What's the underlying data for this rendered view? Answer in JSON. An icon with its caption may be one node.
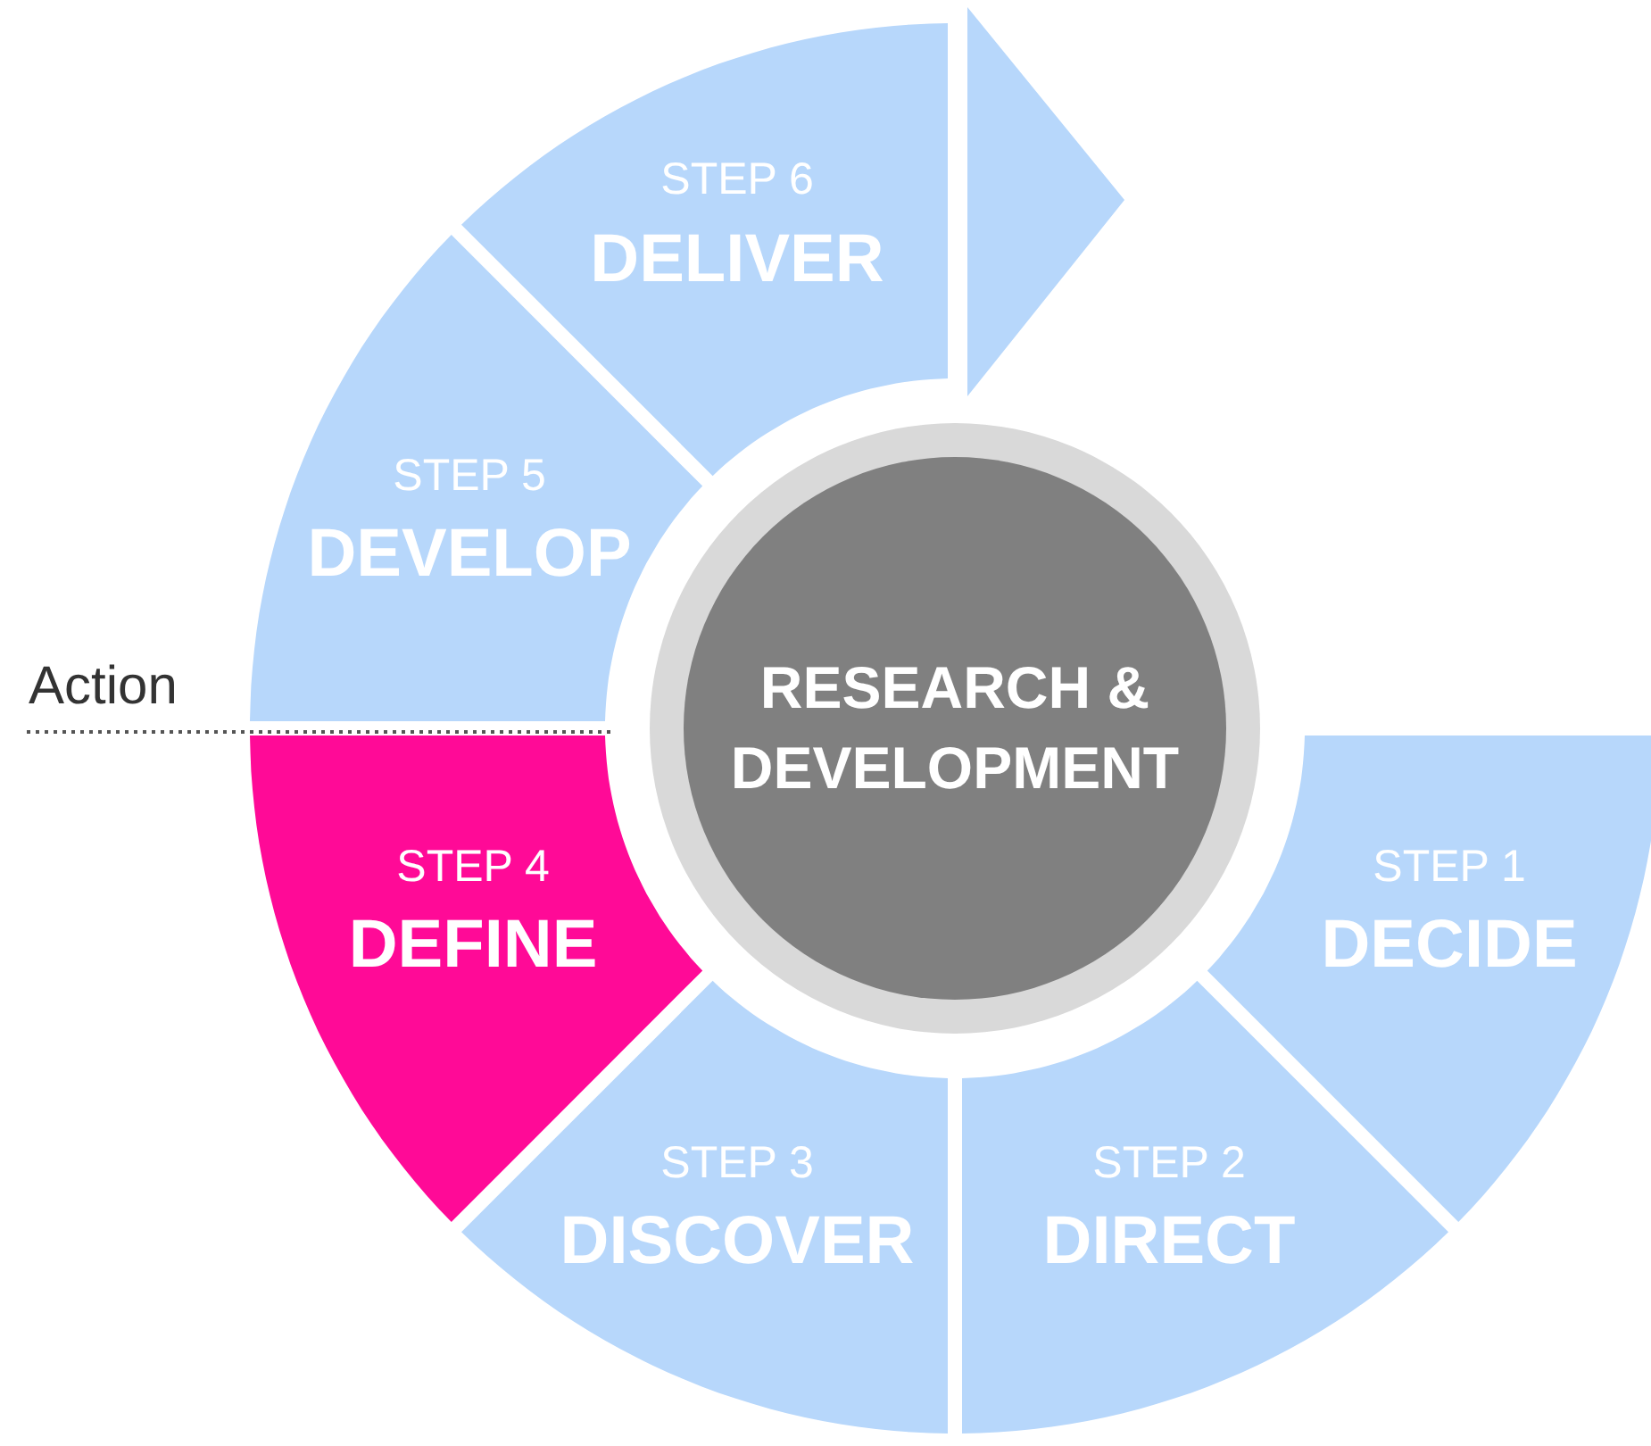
{
  "diagram": {
    "nodes": [
      {
        "text": [
          "RESEARCH & DEVELOPMENT"
        ]
      },
      {
        "text": [
          "STEP 1",
          "DECIDE"
        ]
      },
      {
        "text": [
          "STEP 2",
          "DIRECT"
        ]
      },
      {
        "text": [
          "STEP 3",
          "DISCOVER"
        ]
      },
      {
        "text": [
          "STEP 4",
          "DEFINE"
        ]
      },
      {
        "text": [
          "STEP 5",
          "DEVELOP"
        ]
      },
      {
        "text": [
          "STEP 6",
          "DELIVER"
        ]
      }
    ],
    "labels": [
      "Action"
    ]
  }
}
